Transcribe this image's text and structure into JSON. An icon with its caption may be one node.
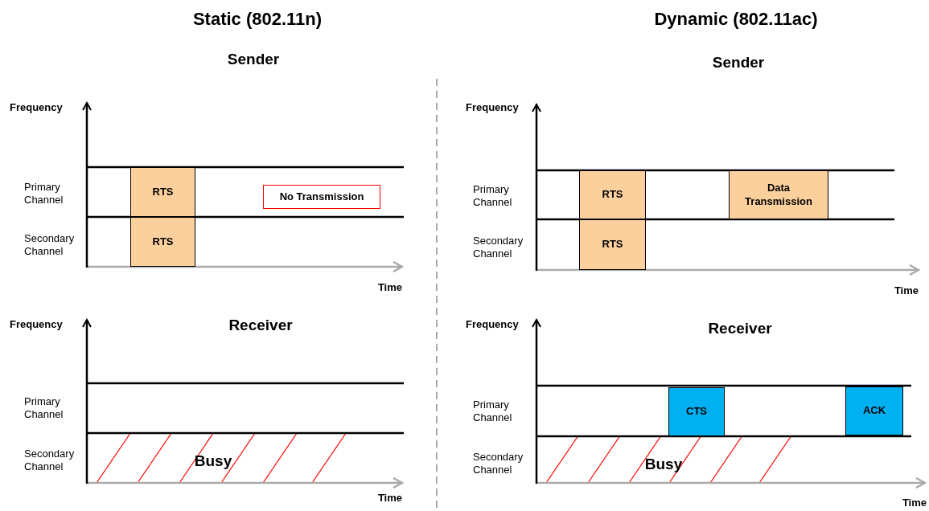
{
  "diagram": {
    "nodes": [
      {
        "text": [
          "RTS"
        ]
      },
      {
        "text": [
          "RTS"
        ]
      },
      {
        "text": [
          "No Transmission"
        ]
      },
      {
        "text": [
          "RTS"
        ]
      },
      {
        "text": [
          "RTS"
        ]
      },
      {
        "text": [
          "Data Transmission"
        ]
      },
      {
        "text": [
          "CTS"
        ]
      },
      {
        "text": [
          "ACK"
        ]
      }
    ],
    "labels": [
      "Static (802.11n)",
      "Sender",
      "Frequency",
      "Primary Channel",
      "Secondary Channel",
      "Time",
      "Frequency",
      "Receiver",
      "Primary Channel",
      "Secondary Channel",
      "Busy",
      "Time",
      "Dynamic (802.11ac)",
      "Sender",
      "Frequency",
      "Primary Channel",
      "Secondary Channel",
      "Time",
      "Frequency",
      "Receiver",
      "Primary Channel",
      "Secondary Channel",
      "Busy",
      "Time"
    ]
  }
}
